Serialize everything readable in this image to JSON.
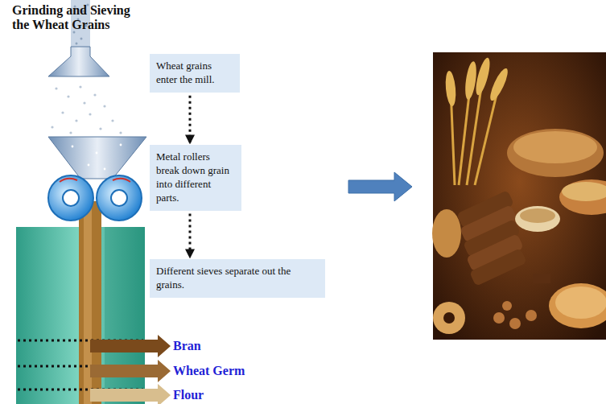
{
  "diagram": {
    "title": "Grinding and Sieving the Wheat Grains",
    "nodes": [
      {
        "text": [
          "Wheat grains enter the mill."
        ]
      },
      {
        "text": [
          "Metal rollers break down grain into different parts."
        ]
      },
      {
        "text": [
          "Different sieves separate out the grains."
        ]
      }
    ],
    "edges": [
      {
        "from": 0,
        "to": 1,
        "arrow": "to"
      },
      {
        "from": 1,
        "to": 2,
        "arrow": "to"
      }
    ],
    "labels": [
      "Bran",
      "Wheat Germ",
      "Flour"
    ]
  }
}
